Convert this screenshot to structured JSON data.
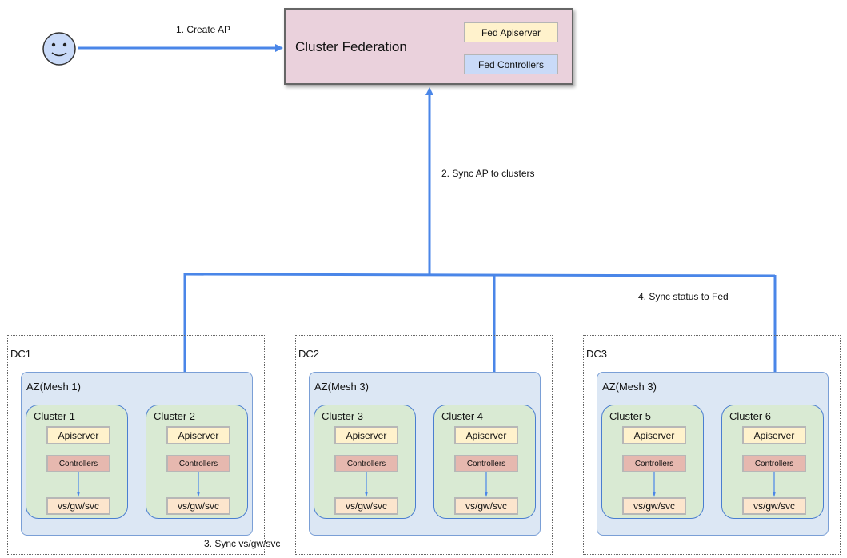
{
  "federation": {
    "title": "Cluster Federation",
    "apiserver": "Fed Apiserver",
    "controllers": "Fed Controllers"
  },
  "steps": {
    "create_ap": "1. Create AP",
    "sync_ap": "2. Sync AP to clusters",
    "sync_resources": "3. Sync vs/gw/svc",
    "sync_status": "4. Sync status to Fed"
  },
  "datacenters": [
    {
      "name": "DC1",
      "az": "AZ(Mesh 1)",
      "clusters": [
        {
          "name": "Cluster 1",
          "apiserver": "Apiserver",
          "controllers": "Controllers",
          "resources": "vs/gw/svc"
        },
        {
          "name": "Cluster 2",
          "apiserver": "Apiserver",
          "controllers": "Controllers",
          "resources": "vs/gw/svc"
        }
      ]
    },
    {
      "name": "DC2",
      "az": "AZ(Mesh 3)",
      "clusters": [
        {
          "name": "Cluster 3",
          "apiserver": "Apiserver",
          "controllers": "Controllers",
          "resources": "vs/gw/svc"
        },
        {
          "name": "Cluster 4",
          "apiserver": "Apiserver",
          "controllers": "Controllers",
          "resources": "vs/gw/svc"
        }
      ]
    },
    {
      "name": "DC3",
      "az": "AZ(Mesh 3)",
      "clusters": [
        {
          "name": "Cluster 5",
          "apiserver": "Apiserver",
          "controllers": "Controllers",
          "resources": "vs/gw/svc"
        },
        {
          "name": "Cluster 6",
          "apiserver": "Apiserver",
          "controllers": "Controllers",
          "resources": "vs/gw/svc"
        }
      ]
    }
  ],
  "colors": {
    "arrow": "#4a86e8",
    "federation_fill": "#ead1dc",
    "az_fill": "#dce7f4",
    "cluster_fill": "#d9ead3",
    "apiserver_fill": "#fff2cc",
    "controllers_fill": "#e6b8af",
    "resources_fill": "#fce5cd",
    "fed_controllers_fill": "#c9daf8",
    "user_icon_fill": "#c9daf8"
  },
  "icons": {
    "user": "smiley-face-icon"
  }
}
